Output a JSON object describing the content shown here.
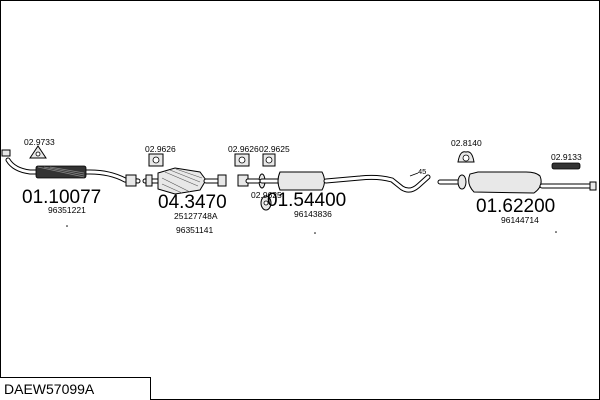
{
  "diagram": {
    "code": "DAEW57099A",
    "parts": [
      {
        "number": "01.10077",
        "ref": "96351221"
      },
      {
        "number": "04.3470",
        "ref": "25127748A",
        "ref2": "96351141"
      },
      {
        "number": "01.54400",
        "ref": "96143836"
      },
      {
        "number": "01.62200",
        "ref": "96144714"
      }
    ],
    "fittings": {
      "f1": "02.9733",
      "f2": "02.9626",
      "f3": "02.9626",
      "f4": "02.9625",
      "f5": "02.9625",
      "f6": "02.8140",
      "f7": "02.9133"
    },
    "marker": "45"
  }
}
